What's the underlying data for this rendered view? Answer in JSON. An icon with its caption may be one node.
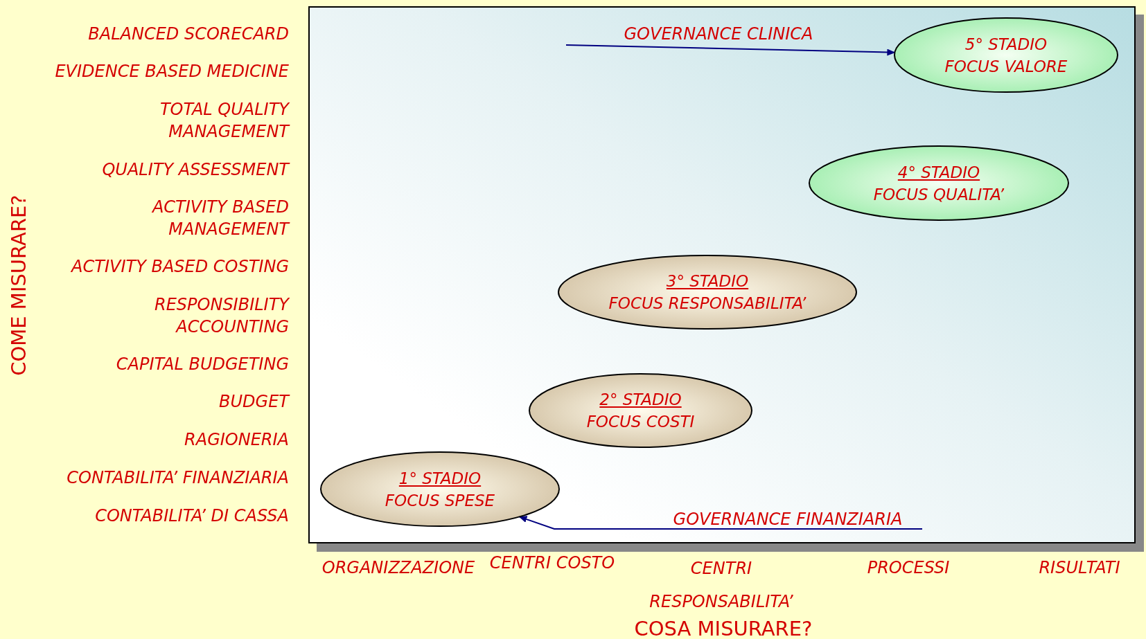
{
  "diagram": {
    "nodes": [
      {
        "text": [
          "1° STADIO",
          "FOCUS SPESE"
        ]
      },
      {
        "text": [
          "2° STADIO",
          "FOCUS  COSTI"
        ]
      },
      {
        "text": [
          "3° STADIO",
          "FOCUS RESPONSABILITA’"
        ]
      },
      {
        "text": [
          "4° STADIO",
          "FOCUS QUALITA’"
        ]
      },
      {
        "text": [
          "5° STADIO",
          "FOCUS VALORE"
        ]
      }
    ],
    "edges": [
      {
        "from": null,
        "to": 4,
        "arrow": "to",
        "label": "GOVERNANCE CLINICA"
      },
      {
        "from": null,
        "to": 0,
        "arrow": "to",
        "label": "GOVERNANCE FINANZIARIA"
      }
    ],
    "labels": [
      "BALANCED SCORECARD",
      "EVIDENCE BASED MEDICINE",
      "TOTAL QUALITY MANAGEMENT",
      "QUALITY ASSESSMENT",
      "ACTIVITY BASED MANAGEMENT",
      "ACTIVITY BASED COSTING",
      "RESPONSIBILITY ACCOUNTING",
      "CAPITAL BUDGETING",
      "BUDGET",
      "RAGIONERIA",
      "CONTABILITA’ FINANZIARIA",
      "CONTABILITA’ DI CASSA",
      "COME MISURARE?",
      "ORGANIZZAZIONE",
      "CENTRI COSTO",
      "CENTRI RESPONSABILITA’",
      "PROCESSI",
      "RISULTATI",
      "COSA MISURARE?"
    ]
  }
}
